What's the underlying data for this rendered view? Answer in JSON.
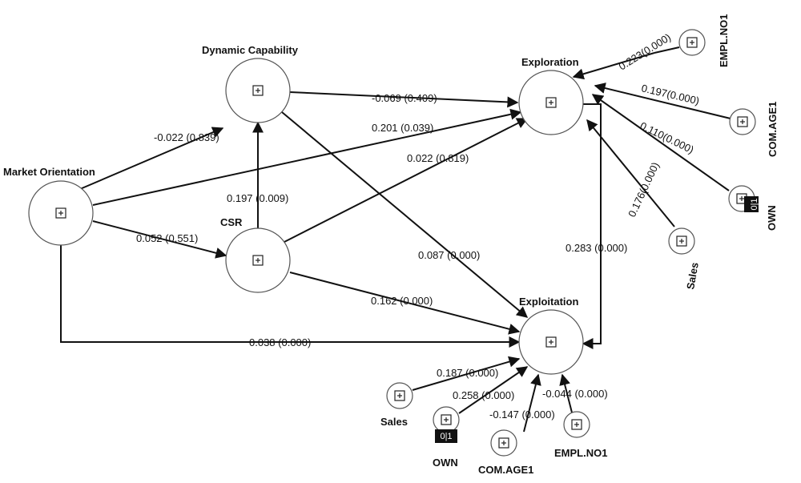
{
  "nodes": {
    "market_orientation": "Market Orientation",
    "dynamic_capability": "Dynamic Capability",
    "csr": "CSR",
    "exploration": "Exploration",
    "exploitation": "Exploitation",
    "empl_no1_top": "EMPL.NO1",
    "com_age1_top": "COM.AGE1",
    "own_top": "OWN",
    "sales_top": "Sales",
    "sales_bottom": "Sales",
    "own_bottom": "OWN",
    "com_age1_bottom": "COM.AGE1",
    "empl_no1_bottom": "EMPL.NO1"
  },
  "badges": {
    "own_top": "0|1",
    "own_bottom": "0|1"
  },
  "paths": {
    "mo_dc": "-0.022 (0.839)",
    "mo_exploration": "0.201 (0.039)",
    "mo_csr": "0.052 (0.551)",
    "mo_exploitation": "0.038 (0.000)",
    "csr_dc": "0.197 (0.009)",
    "dc_exploration": "-0.069 (0.409)",
    "csr_exploration": "0.022 (0.819)",
    "dc_exploitation": "0.087 (0.000)",
    "csr_exploitation": "0.162 (0.000)",
    "exploration_exploitation": "0.283 (0.000)",
    "empl_exploration": "0.223(0.000)",
    "comage_exploration": "0.197(0.000)",
    "own_exploration": "0.110(0.000)",
    "sales_exploration": "0.176(0.000)",
    "sales_exploitation": "0.187 (0.000)",
    "own_exploitation": "0.258 (0.000)",
    "comage_exploitation": "-0.147 (0.000)",
    "empl_exploitation": "-0.044 (0.000)"
  }
}
